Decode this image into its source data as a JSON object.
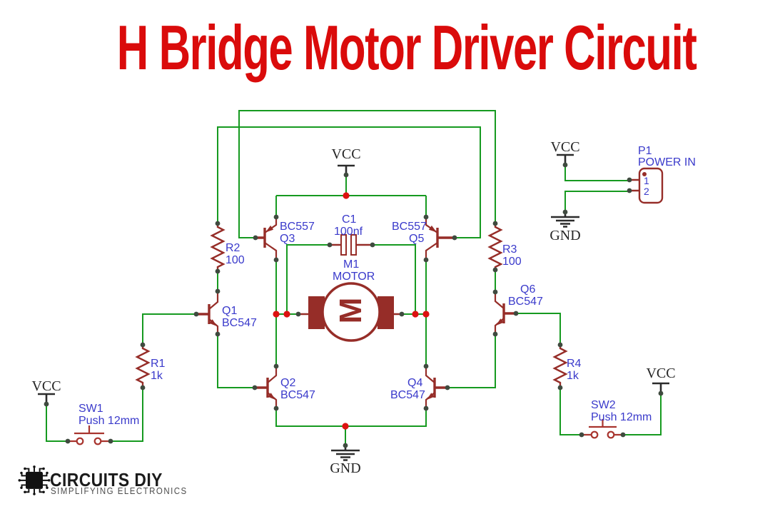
{
  "title": "H Bridge Motor Driver Circuit",
  "colors": {
    "title_red": "#da0b0b",
    "wire_green": "#169a20",
    "component_maroon": "#962d28",
    "label_blue": "#3a3acb",
    "junction_red": "#dd1111",
    "pin_dot": "#3f4a3f",
    "net_text": "#262626"
  },
  "nets": {
    "vcc": "VCC",
    "gnd": "GND"
  },
  "components": {
    "q1": {
      "ref": "Q1",
      "value": "BC547"
    },
    "q2": {
      "ref": "Q2",
      "value": "BC547"
    },
    "q3": {
      "ref": "Q3",
      "value": "BC557"
    },
    "q4": {
      "ref": "Q4",
      "value": "BC547"
    },
    "q5": {
      "ref": "Q5",
      "value": "BC557"
    },
    "q6": {
      "ref": "Q6",
      "value": "BC547"
    },
    "r1": {
      "ref": "R1",
      "value": "1k"
    },
    "r2": {
      "ref": "R2",
      "value": "100"
    },
    "r3": {
      "ref": "R3",
      "value": "100"
    },
    "r4": {
      "ref": "R4",
      "value": "1k"
    },
    "c1": {
      "ref": "C1",
      "value": "100nf"
    },
    "m1": {
      "ref": "M1",
      "value": "MOTOR",
      "symbol_letter": "M"
    },
    "sw1": {
      "ref": "SW1",
      "value": "Push 12mm"
    },
    "sw2": {
      "ref": "SW2",
      "value": "Push 12mm"
    },
    "p1": {
      "ref": "P1",
      "value": "POWER IN",
      "pin1": "1",
      "pin2": "2"
    }
  },
  "logo": {
    "brand": "CIRCUITS DIY",
    "tagline": "SIMPLIFYING ELECTRONICS"
  }
}
